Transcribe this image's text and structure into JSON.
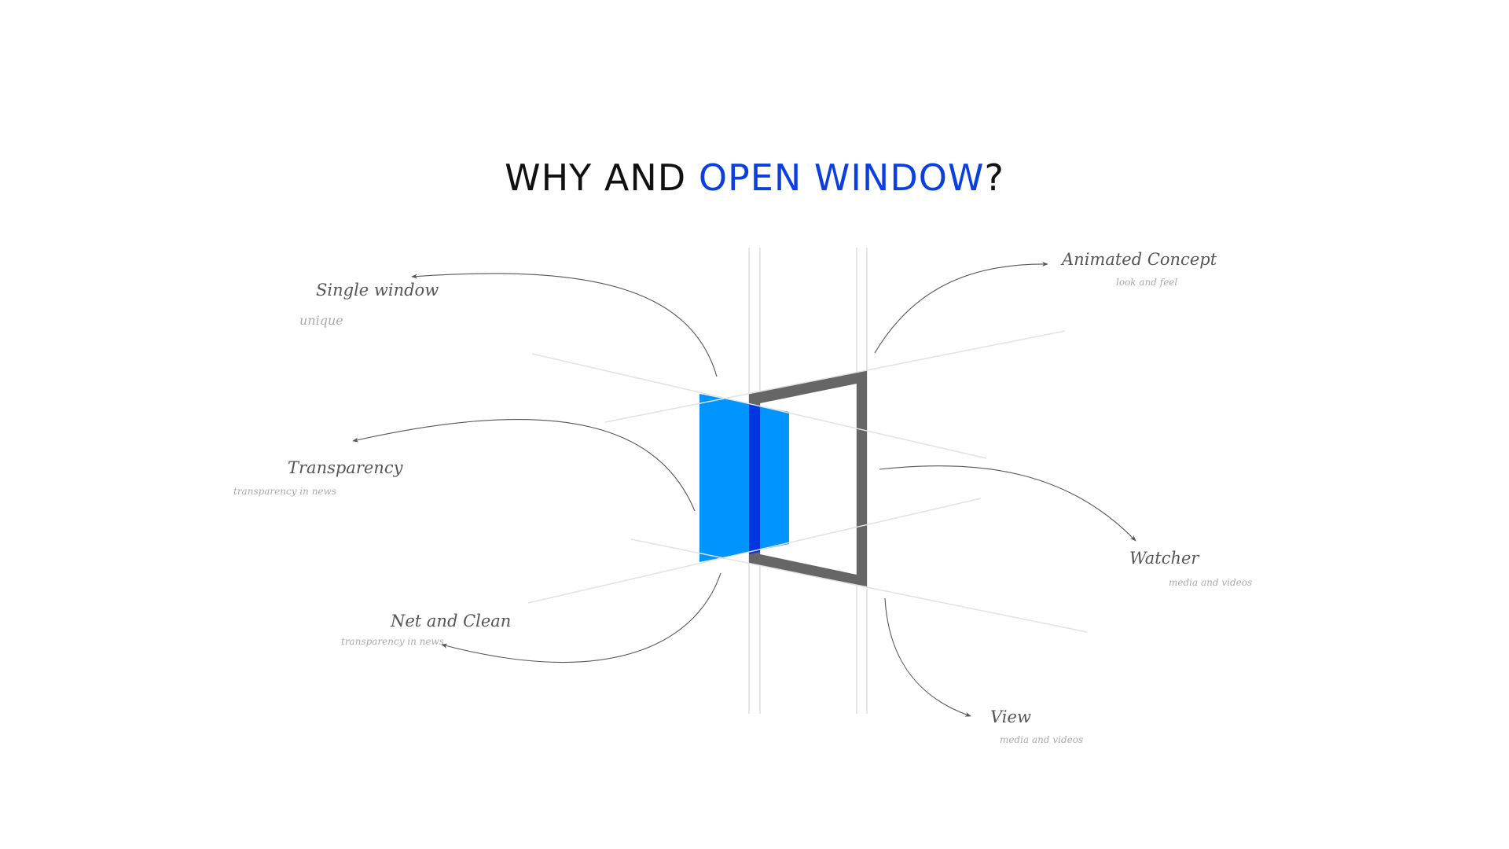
{
  "title": {
    "prefix": "WHY AND ",
    "highlight": "OPEN WINDOW",
    "suffix": "?"
  },
  "colors": {
    "accent_text": "#0a3fe0",
    "panel_blue": "#0094ff",
    "panel_overlap": "#0036e0",
    "frame_gray": "#666666",
    "guide_gray": "#e0e0e0",
    "arrow_gray": "#555555",
    "label_text": "#555555",
    "sublabel_text": "#aaaaaa"
  },
  "callouts": [
    {
      "id": "single-window",
      "label": "Single window",
      "sublabel": "unique",
      "side": "left"
    },
    {
      "id": "transparency",
      "label": "Transparency",
      "sublabel": "transparency in news",
      "side": "left"
    },
    {
      "id": "net-and-clean",
      "label": "Net and Clean",
      "sublabel": "transparency in news",
      "side": "left"
    },
    {
      "id": "animated-concept",
      "label": "Animated Concept",
      "sublabel": "look and feel",
      "side": "right"
    },
    {
      "id": "watcher",
      "label": "Watcher",
      "sublabel": "media and videos",
      "side": "right"
    },
    {
      "id": "view",
      "label": "View",
      "sublabel": "media and videos",
      "side": "right"
    }
  ]
}
